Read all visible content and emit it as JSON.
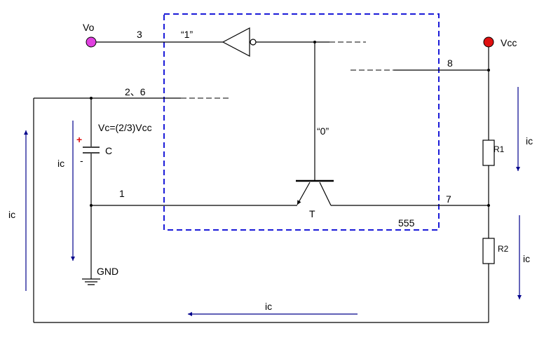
{
  "colors": {
    "wire": "#000000",
    "chip_border": "#1a1ad8",
    "current_arrow": "#00008b",
    "vo_node": "#e040e0",
    "vcc_node": "#e01010",
    "capacitor_plus": "#e01010"
  },
  "labels": {
    "vo": "Vo",
    "vcc": "Vcc",
    "pin3": "3",
    "pin8": "8",
    "pin26": "2、6",
    "pin1": "1",
    "pin7": "7",
    "logic_high": "“1”",
    "logic_low": "“0”",
    "cap_voltage": "Vc=(2/3)Vcc",
    "cap_name": "C",
    "cap_plus": "+",
    "cap_minus": "-",
    "gnd": "GND",
    "transistor": "T",
    "chip": "555",
    "r1": "R1",
    "r2": "R2",
    "ic_cap": "ic",
    "ic_left": "ic",
    "ic_r1": "ic",
    "ic_r2": "ic",
    "ic_bottom": "ic"
  }
}
